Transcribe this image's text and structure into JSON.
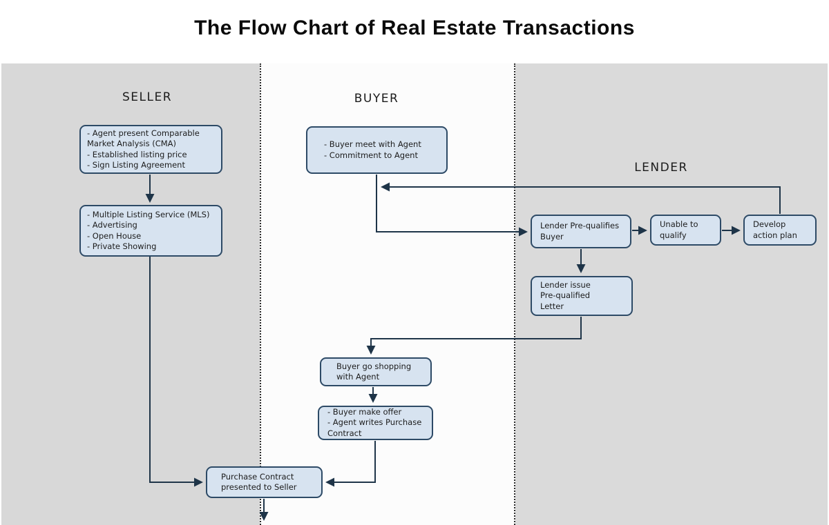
{
  "title": "The Flow Chart of Real Estate Transactions",
  "lanes": {
    "seller": {
      "label": "SELLER"
    },
    "buyer": {
      "label": "BUYER"
    },
    "lender": {
      "label": "LENDER"
    }
  },
  "nodes": {
    "seller_cma": {
      "text": "- Agent present Comparable\nMarket Analysis (CMA)\n- Established listing price\n- Sign Listing Agreement"
    },
    "seller_mls": {
      "text": "- Multiple Listing Service (MLS)\n- Advertising\n- Open House\n- Private Showing"
    },
    "buyer_meet": {
      "text": "- Buyer meet with Agent\n- Commitment to Agent"
    },
    "lender_prequalify": {
      "text": "Lender Pre-qualifies\nBuyer"
    },
    "unable_qualify": {
      "text": "Unable to\nqualify"
    },
    "develop_plan": {
      "text": "Develop\naction plan"
    },
    "prequalified_letter": {
      "text": "Lender issue\nPre-qualified\nLetter"
    },
    "buyer_shopping": {
      "text": "Buyer go shopping\nwith Agent"
    },
    "buyer_offer": {
      "text": "- Buyer make offer\n- Agent writes Purchase\nContract"
    },
    "purchase_contract": {
      "text": "Purchase Contract\npresented to Seller"
    }
  },
  "edges": [
    {
      "from": "seller_cma",
      "to": "seller_mls"
    },
    {
      "from": "seller_mls",
      "to": "purchase_contract"
    },
    {
      "from": "buyer_meet",
      "to": "lender_prequalify"
    },
    {
      "from": "develop_plan",
      "to": "buyer_meet"
    },
    {
      "from": "lender_prequalify",
      "to": "unable_qualify"
    },
    {
      "from": "unable_qualify",
      "to": "develop_plan"
    },
    {
      "from": "lender_prequalify",
      "to": "prequalified_letter"
    },
    {
      "from": "prequalified_letter",
      "to": "buyer_shopping"
    },
    {
      "from": "buyer_shopping",
      "to": "buyer_offer"
    },
    {
      "from": "buyer_offer",
      "to": "purchase_contract"
    },
    {
      "from": "purchase_contract",
      "to": "offscreen_bottom"
    }
  ],
  "colors": {
    "node_fill": "#d7e3f0",
    "node_border": "#2d4a66",
    "arrow": "#1e3448",
    "lane_gray": "#d8d8d8",
    "lane_white": "#fcfcfc"
  }
}
